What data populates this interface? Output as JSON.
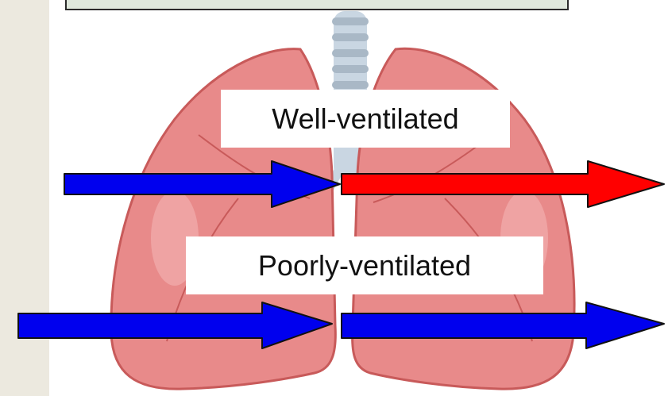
{
  "labels": {
    "well": "Well-ventilated",
    "poor": "Poorly-ventilated"
  },
  "arrows": [
    {
      "name": "well-inflow-arrow",
      "color": "#0000ee"
    },
    {
      "name": "well-outflow-arrow",
      "color": "#ff0000"
    },
    {
      "name": "poor-inflow-arrow",
      "color": "#0000ee"
    },
    {
      "name": "poor-outflow-arrow",
      "color": "#0000ee"
    }
  ],
  "colors": {
    "lung": "#e88a8a",
    "lung_dark": "#c85a5a",
    "lung_light": "#f4b4b4",
    "trachea": "#c9d6e2",
    "arrow_outline": "#111111"
  }
}
